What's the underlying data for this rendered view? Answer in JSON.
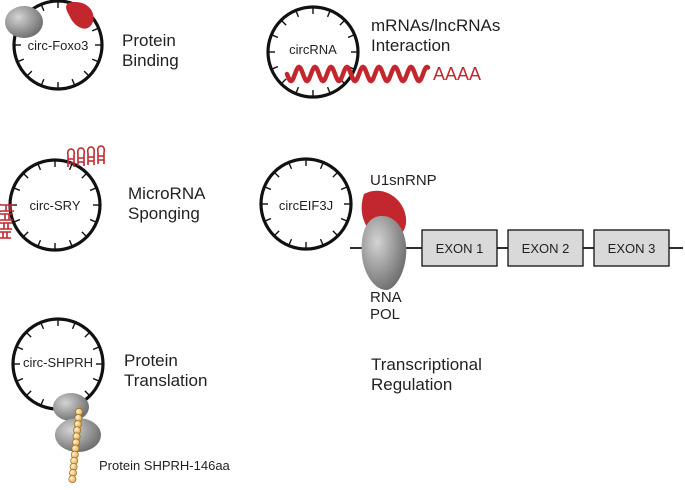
{
  "colors": {
    "red": "#c1272d",
    "grey": "#8c8c8c",
    "ring": "#111111",
    "exon_fill": "#d9d9d9",
    "bead": "#f2c879"
  },
  "panels": {
    "protein_binding": {
      "circ_label": "circ-Foxo3",
      "caption_line1": "Protein",
      "caption_line2": "Binding"
    },
    "mrna_interaction": {
      "circ_label": "circRNA",
      "caption_line1": "mRNAs/lncRNAs",
      "caption_line2": "Interaction",
      "polya": "AAAA"
    },
    "microrna_sponging": {
      "circ_label": "circ-SRY",
      "caption_line1": "MicroRNA",
      "caption_line2": "Sponging"
    },
    "transcriptional_regulation": {
      "circ_label": "circEIF3J",
      "u1_label": "U1snRNP",
      "pol_line1": "RNA",
      "pol_line2": "POL",
      "exons": [
        "EXON 1",
        "EXON 2",
        "EXON 3"
      ],
      "caption_line1": "Transcriptional",
      "caption_line2": "Regulation"
    },
    "protein_translation": {
      "circ_label": "circ-SHPRH",
      "caption_line1": "Protein",
      "caption_line2": "Translation",
      "peptide_label": "Protein SHPRH-146aa"
    }
  }
}
